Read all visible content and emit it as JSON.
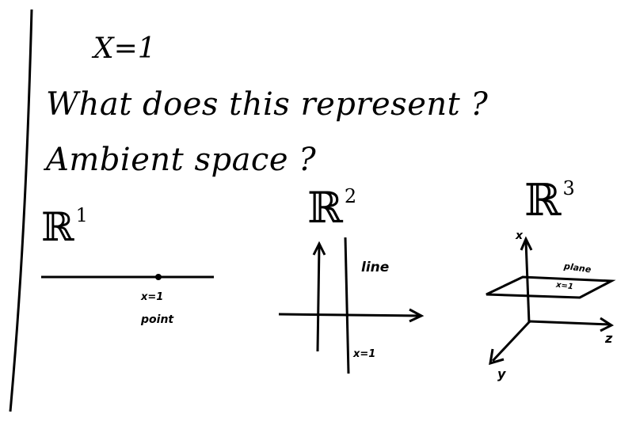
{
  "equation": "X=1",
  "question": "What does this represent ?",
  "ambient_question": "Ambient space ?",
  "r1": {
    "symbol": "ℝ",
    "exp": "1",
    "point_eq": "x=1",
    "point_label": "point"
  },
  "r2": {
    "symbol": "ℝ",
    "exp": "2",
    "line_label": "line",
    "line_eq": "x=1"
  },
  "r3": {
    "symbol": "ℝ",
    "exp": "3",
    "plane_label": "plane",
    "plane_eq": "x=1",
    "axis_x": "x",
    "axis_y": "y",
    "axis_z": "z"
  }
}
